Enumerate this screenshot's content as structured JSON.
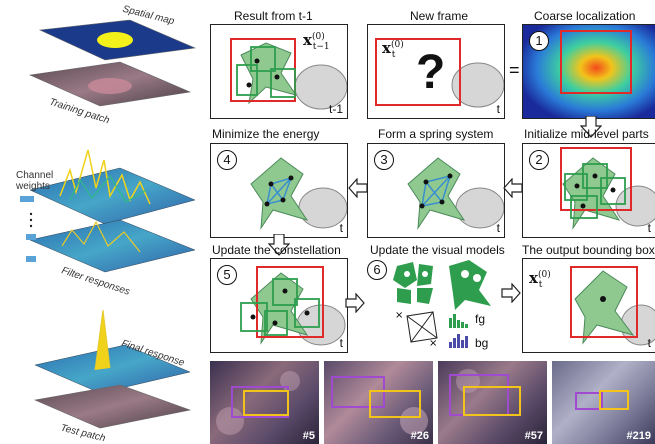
{
  "left": {
    "spatial_map": "Spatial map",
    "training_patch": "Training patch",
    "channel_weights_1": "Channel",
    "channel_weights_2": "weights",
    "filter_responses": "Filter responses",
    "final_response": "Final response",
    "test_patch": "Test patch"
  },
  "panels": {
    "result": {
      "title": "Result from t-1",
      "symbol": "x",
      "sup": "(0)",
      "sub": "t−1",
      "corner": "t-1"
    },
    "new_frame": {
      "title": "New frame",
      "symbol": "x",
      "sup": "(0)",
      "sub": "t",
      "mark": "?",
      "corner": "t"
    },
    "equals": "=",
    "coarse": {
      "title": "Coarse localization",
      "step": "1"
    },
    "init_parts": {
      "title": "Initialize mid-level parts",
      "step": "2",
      "corner": "t"
    },
    "spring": {
      "title": "Form a spring system",
      "step": "3",
      "corner": "t"
    },
    "energy": {
      "title": "Minimize the energy",
      "step": "4",
      "corner": "t"
    },
    "constellation": {
      "title": "Update the constellation",
      "step": "5",
      "corner": "t"
    },
    "visual_models": {
      "title": "Update the visual models",
      "step": "6",
      "fg": "fg",
      "bg": "bg"
    },
    "output": {
      "title": "The output bounding box",
      "symbol": "x",
      "sup": "(0)",
      "sub": "t",
      "corner": "t"
    }
  },
  "frames": [
    "#5",
    "#26",
    "#57",
    "#219"
  ],
  "colors": {
    "box_red": "#e02a2a",
    "part_green": "#2e9e4e",
    "spring_blue": "#3a8fd0",
    "fish_green": "#8fc98f"
  }
}
